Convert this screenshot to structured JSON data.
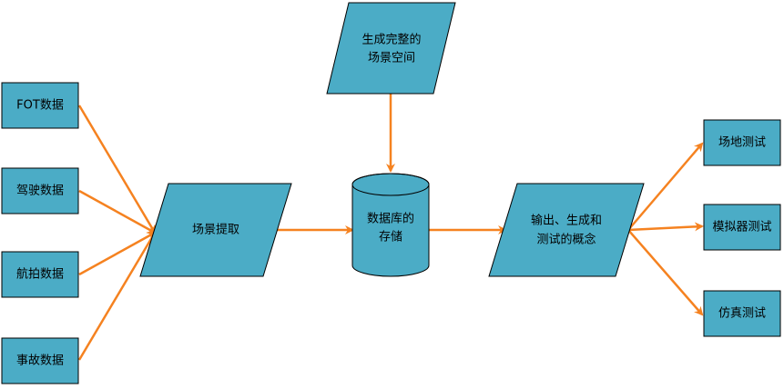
{
  "colors": {
    "shape_fill": "#4BACC6",
    "shape_stroke": "#000000",
    "arrow": "#F58220",
    "text": "#000000",
    "background": "#FFFFFF"
  },
  "inputs": {
    "fot": "FOT数据",
    "driving": "驾驶数据",
    "aerial": "航拍数据",
    "accident": "事故数据"
  },
  "process": {
    "extract": "场景提取",
    "generate_line1": "生成完整的",
    "generate_line2": "场景空间",
    "storage_line1": "数据库的",
    "storage_line2": "存储",
    "output_line1": "输出、生成和",
    "output_line2": "测试的概念"
  },
  "outputs": {
    "field": "场地测试",
    "simulator": "模拟器测试",
    "simulation": "仿真测试"
  }
}
